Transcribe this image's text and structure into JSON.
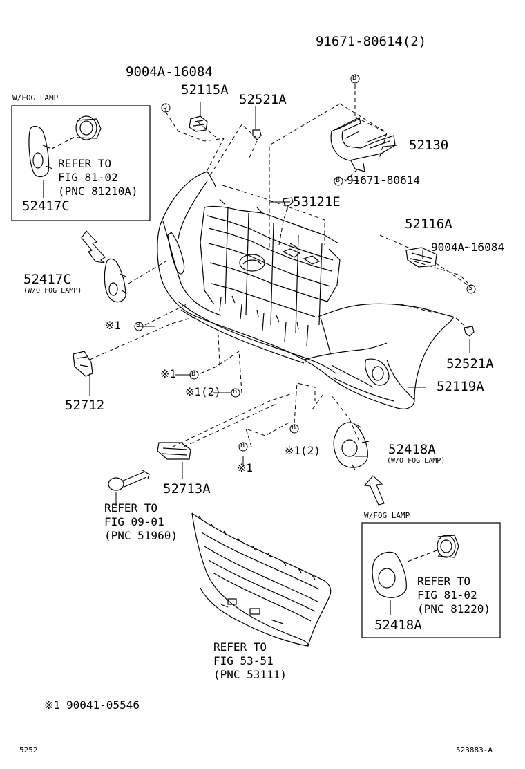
{
  "diagram": {
    "footer": {
      "left_code": "5252",
      "right_code": "523883-A"
    },
    "note": {
      "mark": "※1",
      "part": "90041-05546"
    },
    "marks": {
      "B": "B",
      "S": "S"
    },
    "boxes": {
      "left": {
        "title": "W/FOG LAMP",
        "refer": [
          "REFER TO",
          "FIG 81-02",
          "(PNC 81210A)"
        ],
        "part": "52417C"
      },
      "right": {
        "title": "W/FOG LAMP",
        "refer": [
          "REFER TO",
          "FIG 81-02",
          "(PNC 81220)"
        ],
        "part": "52418A"
      }
    },
    "parts": {
      "p91671_80614_2": "91671-80614(2)",
      "p9004A_16084_top": "9004A-16084",
      "p52115A": "52115A",
      "p52521A_top": "52521A",
      "p52130": "52130",
      "p91671_80614": "91671-80614",
      "p53121E": "53121E",
      "p52116A": "52116A",
      "p9004A_16084_right": "9004A~16084",
      "p52417C_mid": "52417C",
      "p52417C_mid_note": "(W/O FOG LAMP)",
      "x1_b_a": "※1",
      "x1_b_b": "※1",
      "x1_2_a": "※1(2)",
      "x1_2_b": "※1(2)",
      "x1_c": "※1",
      "p52521A_right": "52521A",
      "p52119A": "52119A",
      "p52712": "52712",
      "p52418A_mid": "52418A",
      "p52418A_mid_note": "(W/O FOG LAMP)",
      "p52713A": "52713A",
      "refer_51960": [
        "REFER TO",
        "FIG 09-01",
        "(PNC 51960)"
      ],
      "refer_53111": [
        "REFER TO",
        "FIG 53-51",
        "(PNC 53111)"
      ]
    }
  }
}
